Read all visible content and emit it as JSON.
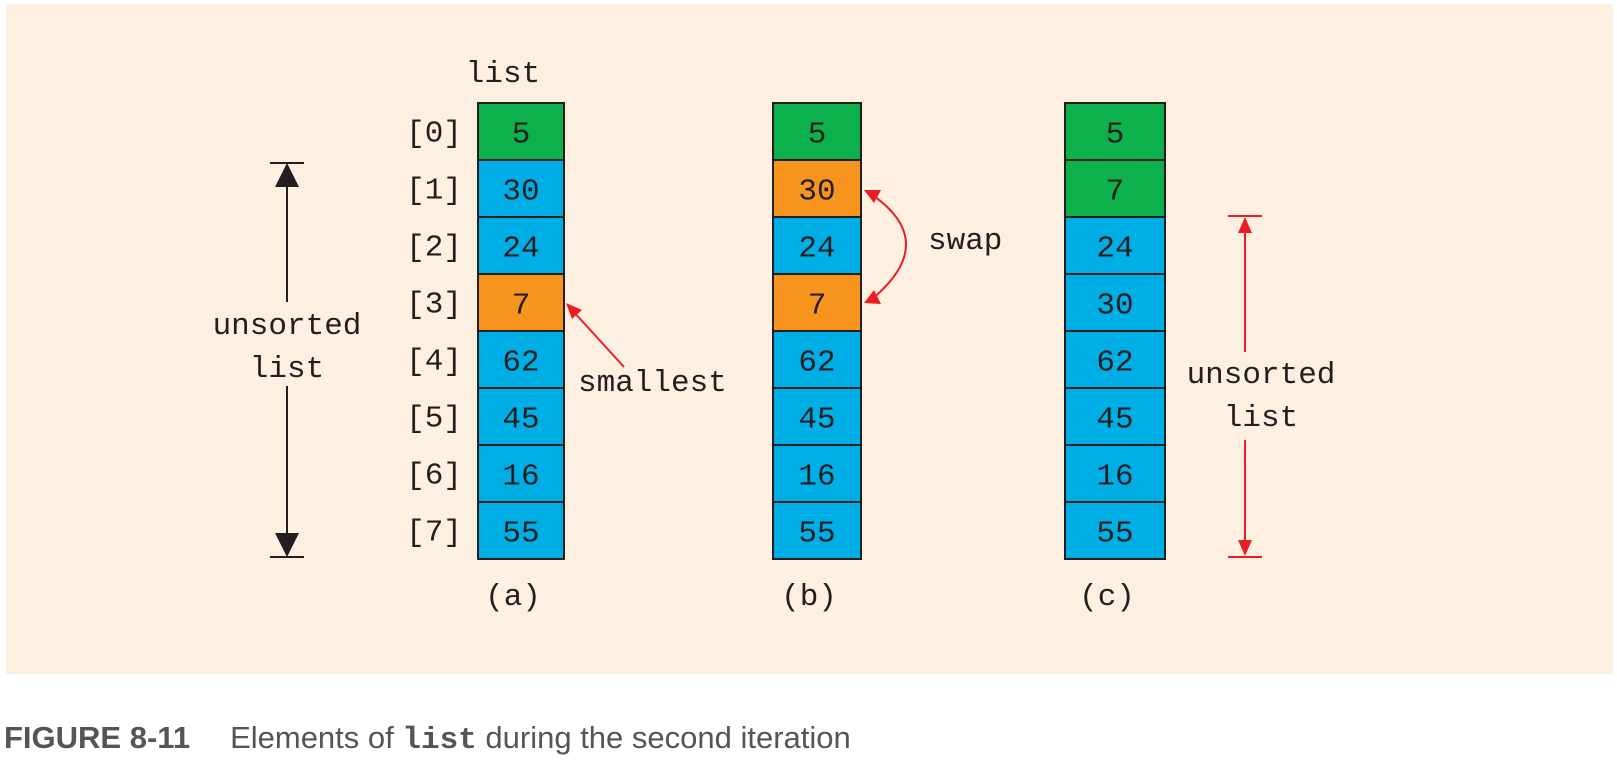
{
  "colors": {
    "sorted": "#0db14b",
    "unsorted": "#00aee6",
    "highlight": "#f7941d",
    "red_arrow": "#ed1c24",
    "black_arrow": "#231f20",
    "background": "#fdf0e1"
  },
  "diagram": {
    "list_title": "list",
    "indices": [
      "[0]",
      "[1]",
      "[2]",
      "[3]",
      "[4]",
      "[5]",
      "[6]",
      "[7]"
    ],
    "arrays": [
      {
        "caption": "(a)",
        "values": [
          "5",
          "30",
          "24",
          "7",
          "62",
          "45",
          "16",
          "55"
        ],
        "states": [
          "sorted",
          "unsorted",
          "unsorted",
          "highlight",
          "unsorted",
          "unsorted",
          "unsorted",
          "unsorted"
        ]
      },
      {
        "caption": "(b)",
        "values": [
          "5",
          "30",
          "24",
          "7",
          "62",
          "45",
          "16",
          "55"
        ],
        "states": [
          "sorted",
          "highlight",
          "unsorted",
          "highlight",
          "unsorted",
          "unsorted",
          "unsorted",
          "unsorted"
        ]
      },
      {
        "caption": "(c)",
        "values": [
          "5",
          "7",
          "24",
          "30",
          "62",
          "45",
          "16",
          "55"
        ],
        "states": [
          "sorted",
          "sorted",
          "unsorted",
          "unsorted",
          "unsorted",
          "unsorted",
          "unsorted",
          "unsorted"
        ]
      }
    ],
    "left_bracket_label": [
      "unsorted",
      "list"
    ],
    "smallest_label": "smallest",
    "swap_label": "swap",
    "right_bracket_label": [
      "unsorted",
      "list"
    ]
  },
  "caption": {
    "figure_number": "FIGURE 8-11",
    "text_before": "Elements of ",
    "code": "list",
    "text_after": " during the second iteration"
  }
}
